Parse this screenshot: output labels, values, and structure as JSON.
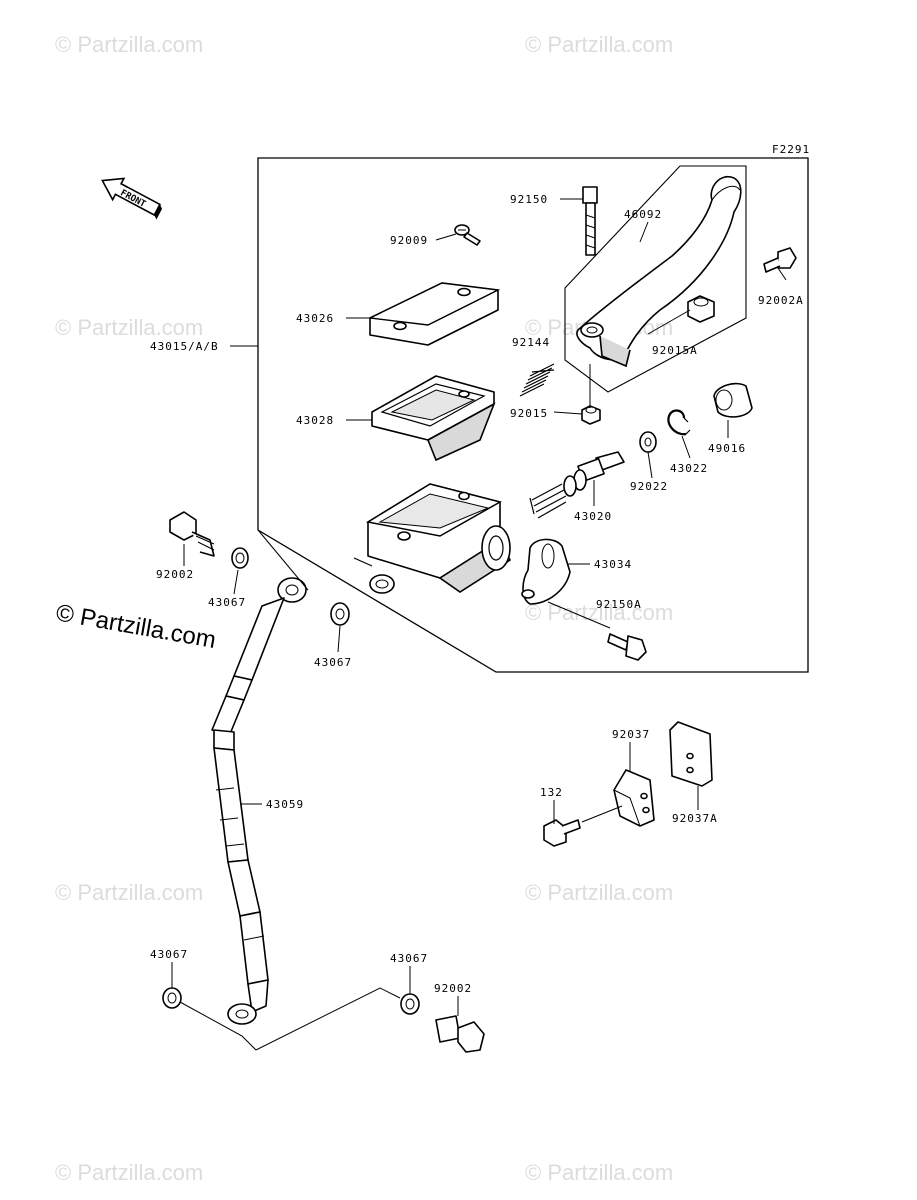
{
  "figure_code": "F2291",
  "front_label": "FRONT",
  "watermark": "© Partzilla.com",
  "parts": {
    "p92150": "92150",
    "p46092": "46092",
    "p92009": "92009",
    "p92002A": "92002A",
    "p43026": "43026",
    "p43015": "43015/A/B",
    "p92144": "92144",
    "p92015A": "92015A",
    "p92015": "92015",
    "p43028": "43028",
    "p49016": "49016",
    "p43022": "43022",
    "p92022": "92022",
    "p43020": "43020",
    "p43034": "43034",
    "p92002_top": "92002",
    "p43067_a": "43067",
    "p92150A": "92150A",
    "p43067_b": "43067",
    "p43059": "43059",
    "p92037": "92037",
    "p132": "132",
    "p92037A": "92037A",
    "p43067_c": "43067",
    "p43067_d": "43067",
    "p92002_bottom": "92002"
  }
}
